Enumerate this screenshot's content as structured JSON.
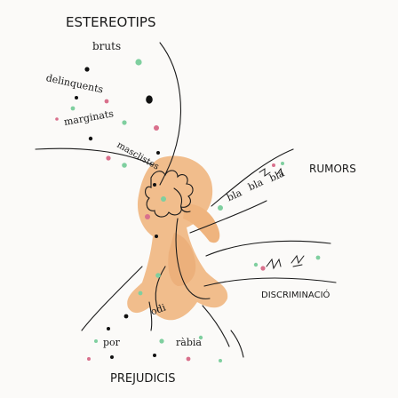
{
  "colors": {
    "ink": "#1a1a1a",
    "watercolor_orange": "#f0b37a",
    "watercolor_orange_dark": "#e69a58",
    "dot_green": "#7fcf9f",
    "dot_pink": "#d9708c",
    "dot_black": "#111111",
    "paper": "#fbfaf8"
  },
  "labels": {
    "title": "ESTEREOTIPS",
    "bruts": "bruts",
    "delinquents": "delinquents",
    "marginats": "marginats",
    "masclistes": "masclistes",
    "rumors": "RUMORS",
    "bla1": "bla",
    "bla2": "bla",
    "bla3": "bla",
    "discriminacio": "DISCRIMINACIÓ",
    "odi": "odi",
    "por": "por",
    "rabia": "ràbia",
    "prejudicis": "PREJUDICIS"
  }
}
